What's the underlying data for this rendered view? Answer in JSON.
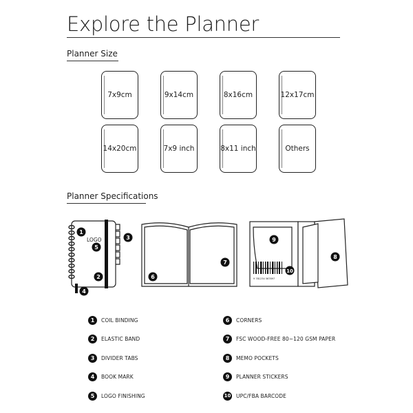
{
  "title": "Explore the Planner",
  "sections": {
    "size": "Planner Size",
    "specs": "Planner Specifications"
  },
  "sizes": [
    "7x9cm",
    "9x14cm",
    "8x16cm",
    "12x17cm",
    "14x20cm",
    "7x9 inch",
    "8x11 inch",
    "Others"
  ],
  "diagram": {
    "logo_text": "LOGO",
    "barcode_number": "9 781234 567897"
  },
  "specs": [
    {
      "num": "1",
      "label": "COIL BINDING"
    },
    {
      "num": "2",
      "label": "ELASTIC BAND"
    },
    {
      "num": "3",
      "label": "DIVIDER TABS"
    },
    {
      "num": "4",
      "label": "BOOK MARK"
    },
    {
      "num": "5",
      "label": "LOGO FINISHING"
    },
    {
      "num": "6",
      "label": "CORNERS"
    },
    {
      "num": "7",
      "label": "FSC WOOD-FREE 80~120 GSM PAPER"
    },
    {
      "num": "8",
      "label": "MEMO POCKETS"
    },
    {
      "num": "9",
      "label": "PLANNER STICKERS"
    },
    {
      "num": "10",
      "label": "UPC/FBA BARCODE"
    }
  ],
  "colors": {
    "ink": "#1a1a1a",
    "badge": "#111111",
    "paper": "#ffffff"
  }
}
